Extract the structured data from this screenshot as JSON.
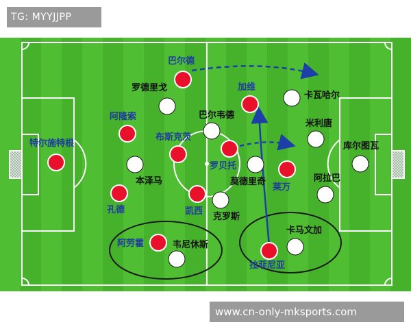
{
  "watermarks": {
    "top": "TG: MYYJJPP",
    "bottom": "www.cn-only-mksports.com"
  },
  "colors": {
    "team_red_fill": "#e8102a",
    "team_white_fill": "#ffffff",
    "blue_label": "#1f3d9e",
    "black_label": "#111111",
    "arrow": "#1c3fa8"
  },
  "players": {
    "red": [
      {
        "name": "巴尔德"
      },
      {
        "name": "加维"
      },
      {
        "name": "阿隆索"
      },
      {
        "name": "布斯克茨"
      },
      {
        "name": "特尔施特根"
      },
      {
        "name": "罗贝托"
      },
      {
        "name": "莱万"
      },
      {
        "name": "孔德"
      },
      {
        "name": "凯西"
      },
      {
        "name": "阿劳霍"
      },
      {
        "name": "拉菲尼亚"
      }
    ],
    "white": [
      {
        "name": "罗德里戈"
      },
      {
        "name": "卡瓦哈尔"
      },
      {
        "name": "巴尔韦德"
      },
      {
        "name": "米利唐"
      },
      {
        "name": "本泽马"
      },
      {
        "name": "库尔图瓦"
      },
      {
        "name": "莫德里奇"
      },
      {
        "name": "阿拉巴"
      },
      {
        "name": "克罗斯"
      },
      {
        "name": "卡马文加"
      },
      {
        "name": "韦尼休斯"
      }
    ]
  }
}
